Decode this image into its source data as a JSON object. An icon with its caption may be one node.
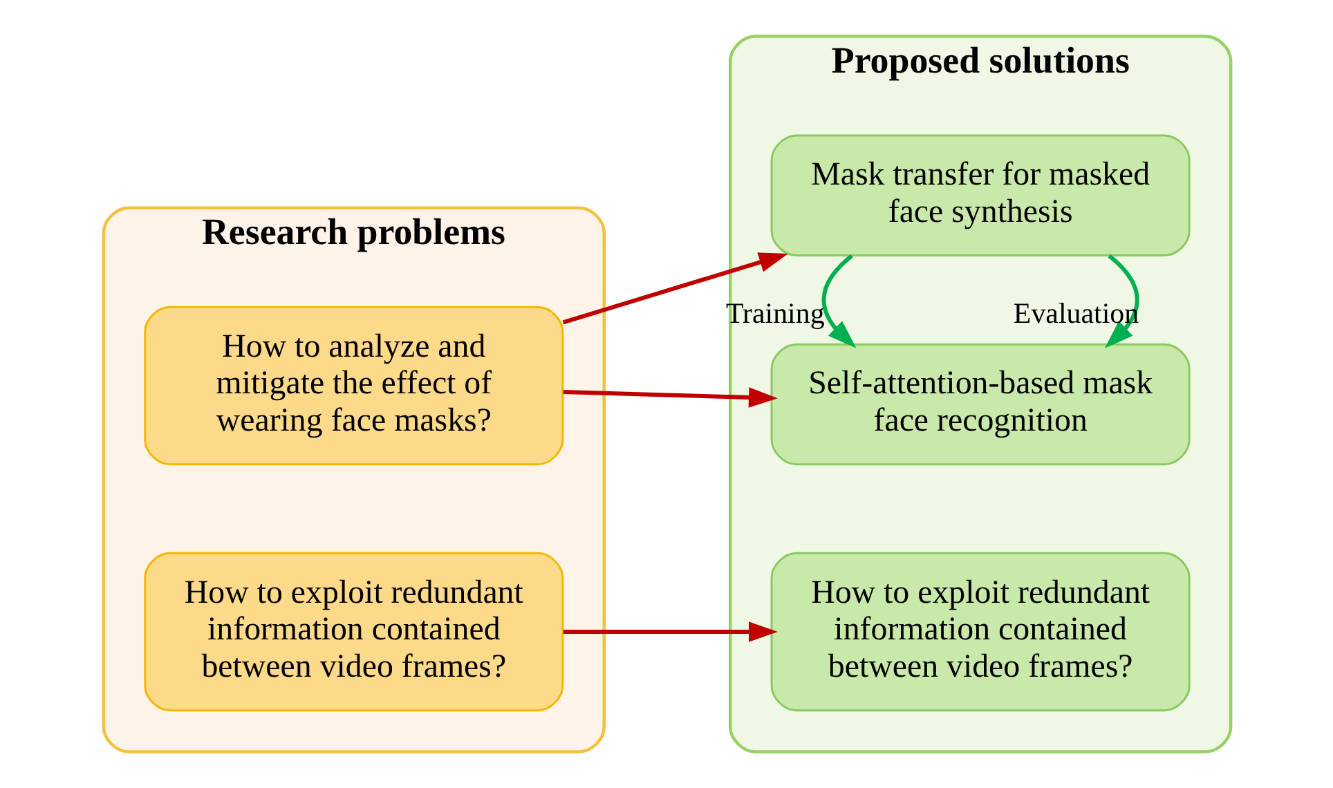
{
  "diagram": {
    "nodes": [
      {
        "text": [
          "Research problems"
        ]
      },
      {
        "text": [
          "How to analyze and mitigate the effect of wearing face masks?"
        ],
        "in": 0
      },
      {
        "text": [
          "How to exploit redundant information contained between video frames?"
        ],
        "in": 0
      },
      {
        "text": [
          "Proposed solutions"
        ]
      },
      {
        "text": [
          "Mask transfer for masked face synthesis"
        ],
        "in": 3
      },
      {
        "text": [
          "Self-attention-based mask face recognition"
        ],
        "in": 3
      },
      {
        "text": [
          "How to exploit redundant information contained between video frames?"
        ],
        "in": 3
      }
    ],
    "edges": [
      {
        "from": 1,
        "to": 4,
        "arrow": "to"
      },
      {
        "from": 1,
        "to": 5,
        "arrow": "to"
      },
      {
        "from": 4,
        "to": 5,
        "arrow": "to",
        "label": "Evaluation",
        "color": "#00b050"
      },
      {
        "from": 4,
        "to": 5,
        "arrow": "to",
        "label": "Training",
        "color": "#00b050"
      },
      {
        "from": 2,
        "to": 6,
        "arrow": "to"
      }
    ]
  }
}
